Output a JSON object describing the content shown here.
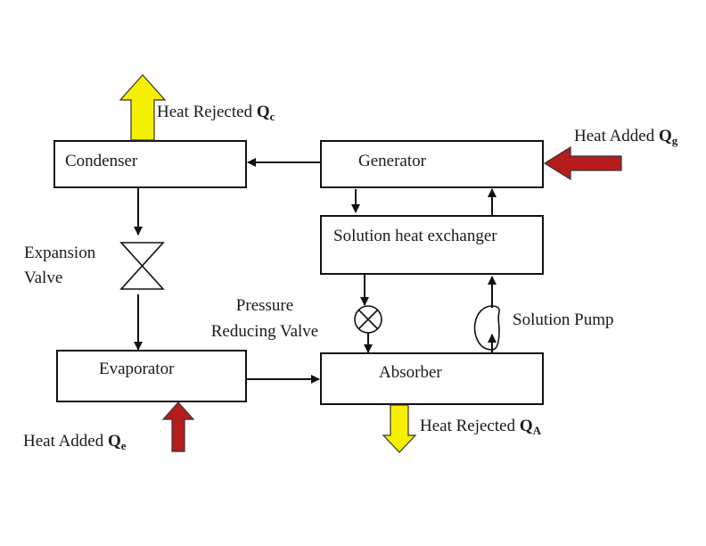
{
  "diagram": {
    "type": "absorption refrigeration cycle",
    "components": {
      "condenser": "Condenser",
      "generator": "Generator",
      "solution_heat_exchanger": "Solution heat exchanger",
      "evaporator": "Evaporator",
      "absorber": "Absorber"
    },
    "valves": {
      "expansion_valve_line1": "Expansion",
      "expansion_valve_line2": "Valve",
      "pressure_reducing_line1": "Pressure",
      "pressure_reducing_line2": "Reducing Valve",
      "solution_pump": "Solution Pump"
    },
    "heat_flows": {
      "condenser": {
        "text": "Heat Rejected ",
        "symbol": "Q",
        "subscript": "c",
        "color": "#f5ef00"
      },
      "generator": {
        "text": "Heat Added ",
        "symbol": "Q",
        "subscript": "g",
        "color": "#b71c1c"
      },
      "evaporator": {
        "text": "Heat Added ",
        "symbol": "Q",
        "subscript": "e",
        "color": "#b71c1c"
      },
      "absorber": {
        "text": "Heat Rejected ",
        "symbol": "Q",
        "subscript": "A",
        "color": "#f5ef00"
      }
    }
  }
}
